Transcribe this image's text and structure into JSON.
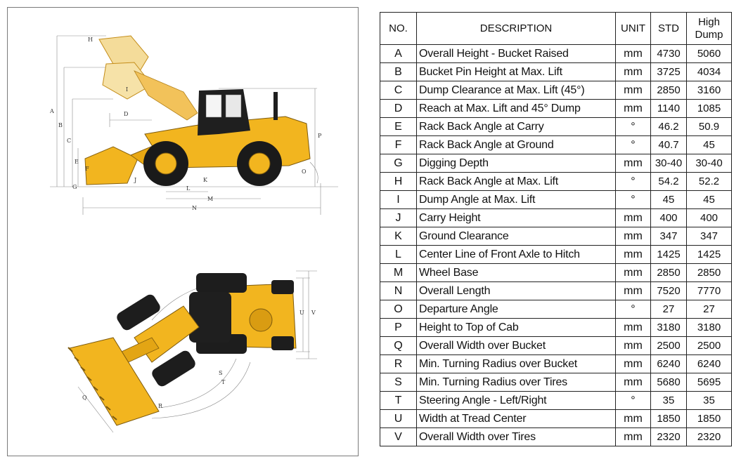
{
  "colors": {
    "machine": "#f2b51f",
    "machine_dark": "#c98e10",
    "cab": "#222222",
    "line": "#777777"
  },
  "diagram": {
    "side_labels": [
      "H",
      "I",
      "A",
      "B",
      "C",
      "D",
      "E",
      "F",
      "G",
      "J",
      "K",
      "L",
      "M",
      "N",
      "O",
      "P"
    ],
    "top_labels": [
      "U",
      "V",
      "S",
      "T",
      "Q",
      "R"
    ]
  },
  "table": {
    "headers": {
      "no": "NO.",
      "description": "DESCRIPTION",
      "unit": "UNIT",
      "std": "STD",
      "high_line1": "High",
      "high_line2": "Dump"
    },
    "rows": [
      {
        "no": "A",
        "desc": "Overall Height - Bucket Raised",
        "unit": "mm",
        "std": "4730",
        "high": "5060"
      },
      {
        "no": "B",
        "desc": "Bucket Pin Height at Max. Lift",
        "unit": "mm",
        "std": "3725",
        "high": "4034"
      },
      {
        "no": "C",
        "desc": "Dump Clearance at Max. Lift (45°)",
        "unit": "mm",
        "std": "2850",
        "high": "3160"
      },
      {
        "no": "D",
        "desc": "Reach at Max. Lift and 45° Dump",
        "unit": "mm",
        "std": "1140",
        "high": "1085"
      },
      {
        "no": "E",
        "desc": "Rack Back Angle at Carry",
        "unit": "°",
        "std": "46.2",
        "high": "50.9"
      },
      {
        "no": "F",
        "desc": "Rack Back Angle at Ground",
        "unit": "°",
        "std": "40.7",
        "high": "45"
      },
      {
        "no": "G",
        "desc": "Digging Depth",
        "unit": "mm",
        "std": "30-40",
        "high": "30-40"
      },
      {
        "no": "H",
        "desc": "Rack Back Angle at Max. Lift",
        "unit": "°",
        "std": "54.2",
        "high": "52.2"
      },
      {
        "no": "I",
        "desc": "Dump Angle at Max. Lift",
        "unit": "°",
        "std": "45",
        "high": "45"
      },
      {
        "no": "J",
        "desc": "Carry Height",
        "unit": "mm",
        "std": "400",
        "high": "400"
      },
      {
        "no": "K",
        "desc": "Ground Clearance",
        "unit": "mm",
        "std": "347",
        "high": "347"
      },
      {
        "no": "L",
        "desc": "Center Line of Front Axle to Hitch",
        "unit": "mm",
        "std": "1425",
        "high": "1425"
      },
      {
        "no": "M",
        "desc": "Wheel Base",
        "unit": "mm",
        "std": "2850",
        "high": "2850"
      },
      {
        "no": "N",
        "desc": "Overall Length",
        "unit": "mm",
        "std": "7520",
        "high": "7770"
      },
      {
        "no": "O",
        "desc": "Departure Angle",
        "unit": "°",
        "std": "27",
        "high": "27"
      },
      {
        "no": "P",
        "desc": "Height to Top of Cab",
        "unit": "mm",
        "std": "3180",
        "high": "3180"
      },
      {
        "no": "Q",
        "desc": "Overall Width over Bucket",
        "unit": "mm",
        "std": "2500",
        "high": "2500"
      },
      {
        "no": "R",
        "desc": "Min. Turning Radius over Bucket",
        "unit": "mm",
        "std": "6240",
        "high": "6240"
      },
      {
        "no": "S",
        "desc": "Min. Turning Radius over Tires",
        "unit": "mm",
        "std": "5680",
        "high": "5695"
      },
      {
        "no": "T",
        "desc": "Steering Angle - Left/Right",
        "unit": "°",
        "std": "35",
        "high": "35"
      },
      {
        "no": "U",
        "desc": "Width at Tread Center",
        "unit": "mm",
        "std": "1850",
        "high": "1850"
      },
      {
        "no": "V",
        "desc": "Overall Width over Tires",
        "unit": "mm",
        "std": "2320",
        "high": "2320"
      }
    ]
  }
}
